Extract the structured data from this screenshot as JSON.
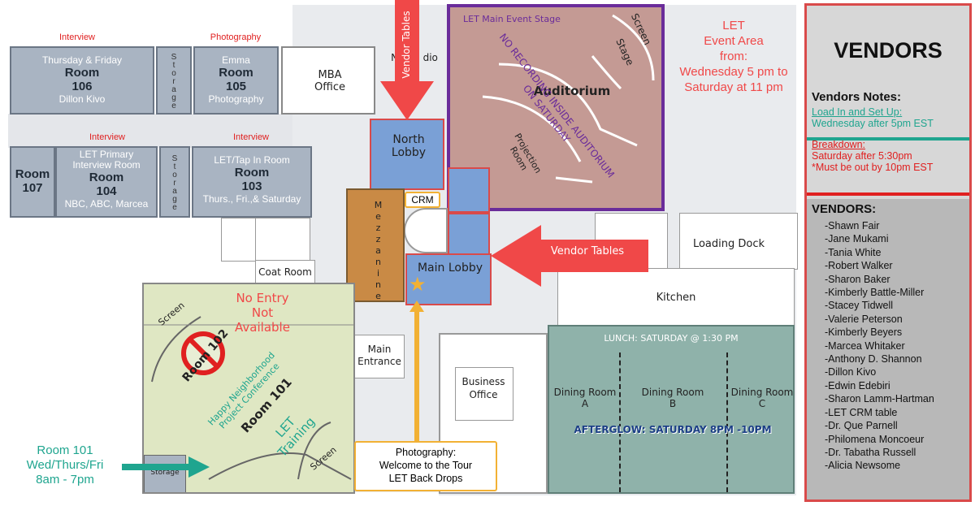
{
  "labels": {
    "interview_1": "Interview",
    "photography_1": "Photography",
    "interview_2": "Interview",
    "interview_3": "Interview"
  },
  "rooms": {
    "r106": {
      "top": "Thursday & Friday",
      "name": "Room",
      "number": "106",
      "bottom": "Dillon Kivo"
    },
    "storage": "Storage",
    "r105": {
      "top": "Emma",
      "name": "Room",
      "number": "105",
      "bottom": "Photography"
    },
    "mba": "MBA Office",
    "r107": {
      "name": "Room",
      "number": "107"
    },
    "r104": {
      "top": "LET Primary Interview Room",
      "name": "Room",
      "number": "104",
      "bottom": "NBC, ABC, Marcea"
    },
    "r103": {
      "top": "LET/Tap In Room",
      "name": "Room",
      "number": "103",
      "bottom": "Thurs., Fri.,& Saturday"
    }
  },
  "map": {
    "studio_partial": "N        dio",
    "north_lobby": "North Lobby",
    "crm": "CRM",
    "mezzanine": "Mezzanine",
    "main_lobby": "Main Lobby",
    "auditorium": "Auditorium",
    "stage": "Stage",
    "screen": "Screen",
    "projection_room": "Projection Room",
    "let_main_stage": "LET Main Event Stage",
    "no_recording": "NO RECORDING INSIDE AUDITORIUM ON SATURDAY",
    "vendor_tables_top": "Vendor Tables",
    "vendor_tables_right": "Vendor Tables",
    "loading_dock": "Loading Dock",
    "kitchen": "Kitchen",
    "coat_room": "Coat Room",
    "main_entrance": "Main Entrance",
    "business_office": "Business Office",
    "lunch": "LUNCH:  SATURDAY @ 1:30 PM",
    "dining_a": "Dining Room A",
    "dining_b": "Dining Room B",
    "dining_c": "Dining Room C",
    "afterglow": "AFTERGLOW: SATURDAY 8PM -10PM",
    "no_entry": "No Entry Not Available",
    "room_102": "Room 102",
    "room_101": "Room 101",
    "happy": "Happy Neighborhood Project Conference",
    "let_training": "LET Training",
    "screen_left": "Screen",
    "screen_bottom": "Screen",
    "storage_bottom": "Storage",
    "room101_note_l1": "Room 101",
    "room101_note_l2": "Wed/Thurs/Fri",
    "room101_note_l3": "8am - 7pm",
    "photo_box_l1": "Photography:",
    "photo_box_l2": "Welcome to the Tour",
    "photo_box_l3": "LET Back Drops"
  },
  "event_area": {
    "l1": "LET",
    "l2": "Event Area",
    "l3": "from:",
    "l4": "Wednesday 5 pm to",
    "l5": "Saturday at 11 pm"
  },
  "vendors_panel": {
    "title": "VENDORS",
    "notes_heading": "Vendors Notes:",
    "load_in_l1": "Load In and Set Up:",
    "load_in_l2": "Wednesday after 5pm EST",
    "breakdown_l1": "Breakdown:",
    "breakdown_l2": "Saturday after 5:30pm",
    "breakdown_l3": "*Must be out by 10pm EST",
    "list_heading": "VENDORS:",
    "vendors": [
      "-Shawn Fair",
      "-Jane Mukami",
      "-Tania White",
      "-Robert Walker",
      "-Sharon Baker",
      "-Kimberly Battle-Miller",
      "-Stacey Tidwell",
      "-Valerie Peterson",
      "-Kimberly Beyers",
      "-Marcea Whitaker",
      "-Anthony D. Shannon",
      "-Dillon Kivo",
      "-Edwin Edebiri",
      "-Sharon Lamm-Hartman",
      "-LET CRM table",
      "-Dr. Que Parnell",
      "-Philomena Moncoeur",
      "-Dr. Tabatha Russell",
      "-Alicia Newsome"
    ]
  },
  "colors": {
    "room_gray": "#a9b4c2",
    "lobby_blue": "#7aa0d6",
    "auditorium": "#c49a94",
    "mezzanine": "#c98a45",
    "dining_green": "#8fb2aa",
    "room101_green": "#dfe7c3",
    "arrow_red": "#f04848",
    "arrow_yellow": "#f2b134",
    "arrow_teal": "#1fa58f",
    "text_red": "#e02020",
    "text_teal": "#1fa58f",
    "purple": "#6a2c9a"
  },
  "icons": [
    "no-entry-icon",
    "star-icon",
    "arrow-down-icon",
    "arrow-left-icon",
    "arrow-up-icon",
    "arrow-right-icon"
  ]
}
